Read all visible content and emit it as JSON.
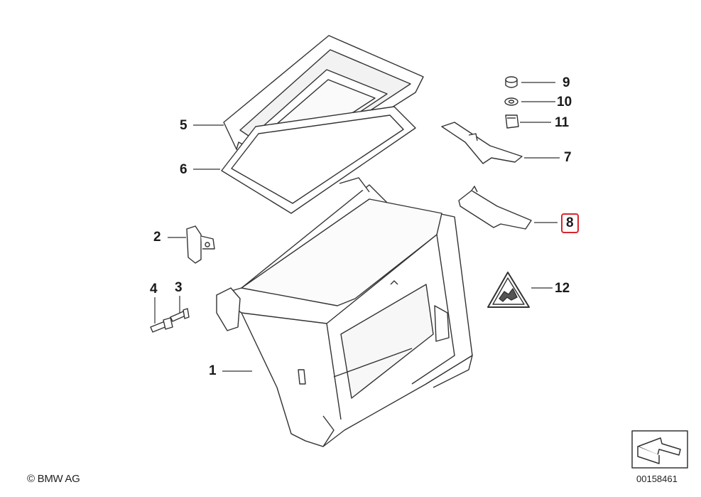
{
  "labels": {
    "l1": "1",
    "l2": "2",
    "l3": "3",
    "l4": "4",
    "l5": "5",
    "l6": "6",
    "l7": "7",
    "l8": "8",
    "l9": "9",
    "l10": "10",
    "l11": "11",
    "l12": "12"
  },
  "selected_label": "8",
  "footer": {
    "copyright": "© BMW AG",
    "diagram_id": "00158461"
  },
  "icons": {
    "nav": "arrow-nav-icon",
    "warning": "warning-triangle-icon"
  },
  "colors": {
    "line": "#333333",
    "highlight": "#d9262c",
    "fill": "#ffffff"
  }
}
